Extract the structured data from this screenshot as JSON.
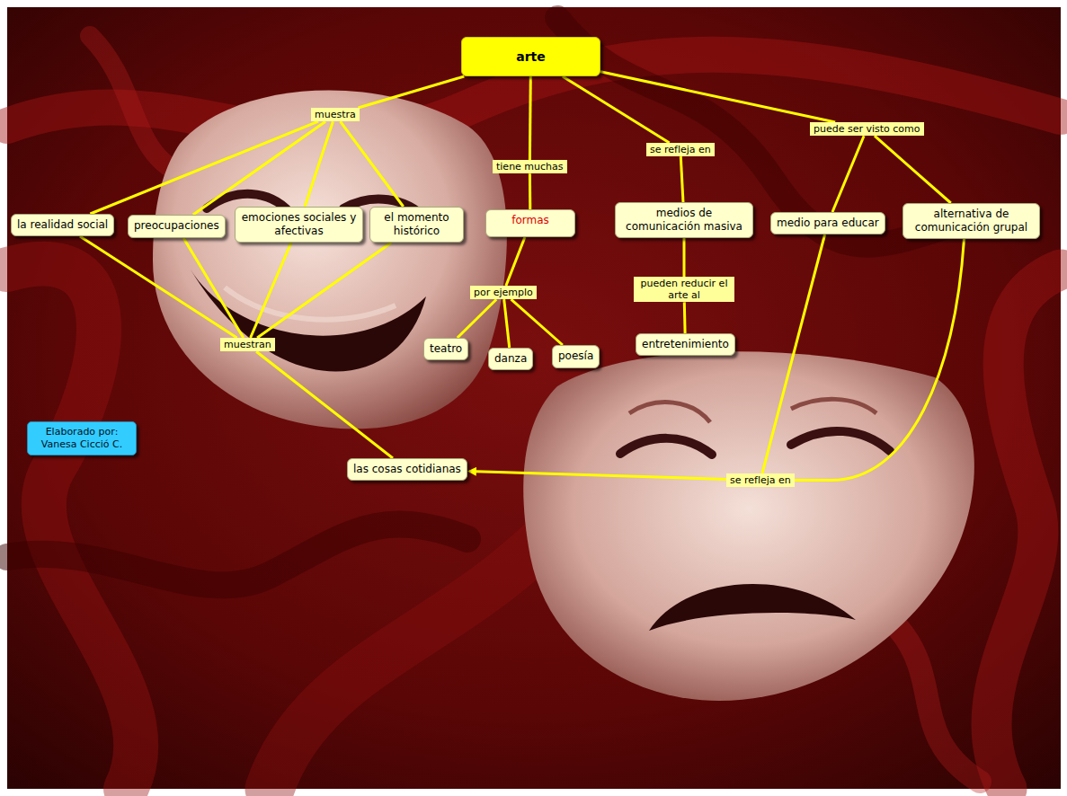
{
  "diagram": {
    "nodes": [
      {
        "text": [
          "arte"
        ]
      },
      {
        "text": [
          "muestra"
        ]
      },
      {
        "text": [
          "tiene muchas"
        ]
      },
      {
        "text": [
          "se refleja en"
        ]
      },
      {
        "text": [
          "puede ser visto como"
        ]
      },
      {
        "text": [
          "la realidad social"
        ]
      },
      {
        "text": [
          "preocupaciones"
        ]
      },
      {
        "text": [
          "emociones sociales y afectivas"
        ]
      },
      {
        "text": [
          "el momento histórico"
        ]
      },
      {
        "text": [
          "formas"
        ]
      },
      {
        "text": [
          "medios de comunicación masiva"
        ]
      },
      {
        "text": [
          "medio para educar"
        ]
      },
      {
        "text": [
          "alternativa de comunicación grupal"
        ]
      },
      {
        "text": [
          "por ejemplo"
        ]
      },
      {
        "text": [
          "pueden reducir el arte al"
        ]
      },
      {
        "text": [
          "muestran"
        ]
      },
      {
        "text": [
          "teatro"
        ]
      },
      {
        "text": [
          "danza"
        ]
      },
      {
        "text": [
          "poesía"
        ]
      },
      {
        "text": [
          "entretenimiento"
        ]
      },
      {
        "text": [
          "las cosas cotidianas"
        ]
      },
      {
        "text": [
          "se refleja en"
        ]
      },
      {
        "text": [
          "Elaborado por: Vanesa Cicció C."
        ]
      }
    ],
    "edges": [
      {
        "from": 0,
        "to": 1,
        "arrow": "none"
      },
      {
        "from": 0,
        "to": 2,
        "arrow": "none"
      },
      {
        "from": 0,
        "to": 3,
        "arrow": "none"
      },
      {
        "from": 0,
        "to": 4,
        "arrow": "none"
      },
      {
        "from": 1,
        "to": 5,
        "arrow": "none"
      },
      {
        "from": 1,
        "to": 6,
        "arrow": "none"
      },
      {
        "from": 1,
        "to": 7,
        "arrow": "none"
      },
      {
        "from": 1,
        "to": 8,
        "arrow": "none"
      },
      {
        "from": 2,
        "to": 9,
        "arrow": "none"
      },
      {
        "from": 3,
        "to": 10,
        "arrow": "none"
      },
      {
        "from": 4,
        "to": 11,
        "arrow": "none"
      },
      {
        "from": 4,
        "to": 12,
        "arrow": "none"
      },
      {
        "from": 9,
        "to": 13,
        "arrow": "none"
      },
      {
        "from": 13,
        "to": 16,
        "arrow": "none"
      },
      {
        "from": 13,
        "to": 17,
        "arrow": "none"
      },
      {
        "from": 13,
        "to": 18,
        "arrow": "none"
      },
      {
        "from": 10,
        "to": 14,
        "arrow": "none"
      },
      {
        "from": 14,
        "to": 19,
        "arrow": "none"
      },
      {
        "from": 5,
        "to": 15,
        "arrow": "none"
      },
      {
        "from": 6,
        "to": 15,
        "arrow": "none"
      },
      {
        "from": 7,
        "to": 15,
        "arrow": "none"
      },
      {
        "from": 8,
        "to": 15,
        "arrow": "none"
      },
      {
        "from": 15,
        "to": 20,
        "arrow": "none"
      },
      {
        "from": 11,
        "to": 21,
        "arrow": "none"
      },
      {
        "from": 12,
        "to": 21,
        "arrow": "none"
      },
      {
        "from": 21,
        "to": 20,
        "arrow": "to"
      }
    ]
  }
}
